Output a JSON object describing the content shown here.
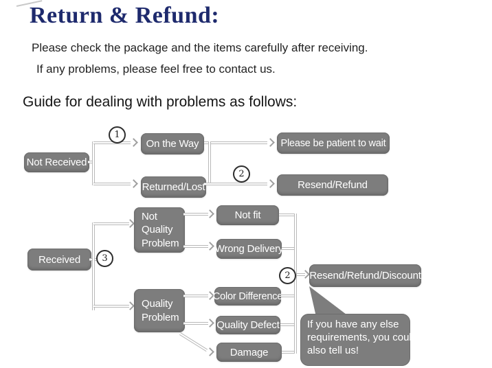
{
  "header": {
    "title": "Return & Refund:",
    "note_line1": "Please check the package and the items carefully after receiving.",
    "note_line2": "If any problems, please feel free to contact us.",
    "guide_heading": "Guide for dealing with problems as follows:"
  },
  "markers": {
    "one": "1",
    "two": "2",
    "three": "3"
  },
  "flow_top": {
    "not_received": "Not Received",
    "on_the_way": "On the Way",
    "returned_lost": "Returned/Lost",
    "be_patient": "Please be patient to wait",
    "resend_refund": "Resend/Refund"
  },
  "flow_bottom": {
    "received": "Received",
    "not_quality_problem": "Not Quality Problem",
    "quality_problem": "Quality Problem",
    "not_fit": "Not fit",
    "wrong_delivery": "Wrong Delivery",
    "color_difference": "Color Difference",
    "quality_defect": "Quality Defect",
    "damage": "Damage",
    "resend_refund_discount": "Resend/Refund/Discount",
    "bubble": {
      "line1": "If you have any else",
      "line2": "requirements, you could",
      "line3": "also tell us!"
    }
  },
  "colors": {
    "title_navy": "#1e2a6d",
    "node_gray": "#7d7d7d",
    "node_text": "#ffffff",
    "connector_gray": "#b8b8b8"
  }
}
